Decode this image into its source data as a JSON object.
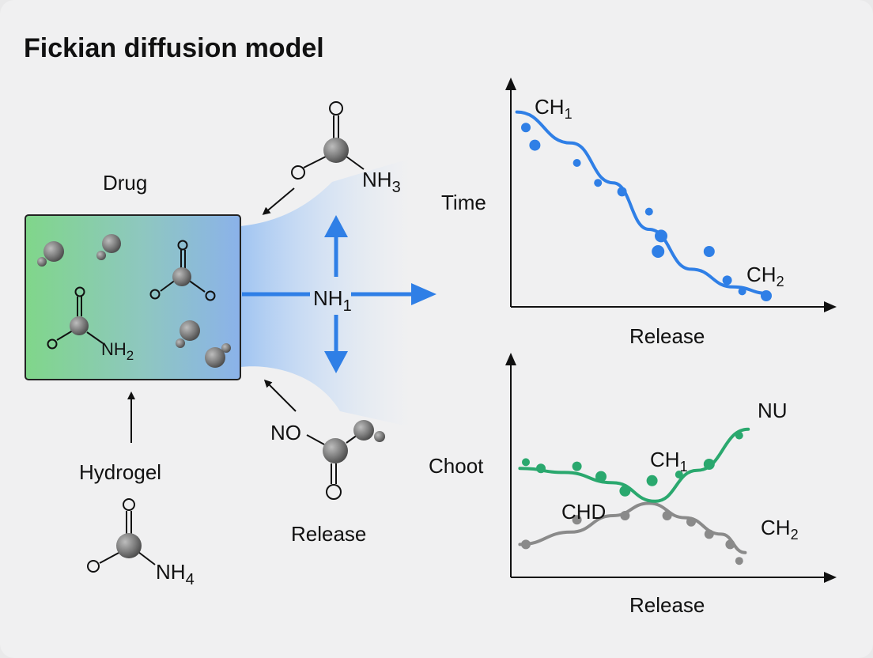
{
  "title": "Fickian diffusion model",
  "left": {
    "drug_label": "Drug",
    "hydrogel_label": "Hydrogel",
    "release_label": "Release",
    "center_flux_label": "NH",
    "center_flux_sub": "1",
    "box_molecule_label": "NH",
    "box_molecule_sub": "2",
    "top_molecule": {
      "o1": "O",
      "o2": "O",
      "group": "NH",
      "sub": "3"
    },
    "bottom_molecule": {
      "group": "NO",
      "o": "O"
    },
    "hydrogel_molecule": {
      "o1": "O",
      "o2": "O",
      "group": "NH",
      "sub": "4"
    }
  },
  "colors": {
    "blue": "#2f7fe6",
    "green": "#2aa86e",
    "grey": "#8a8a8a",
    "box_left": "#7fd58a",
    "box_right": "#8bb4e8"
  },
  "chart_data": [
    {
      "type": "scatter",
      "ylabel": "Time",
      "xlabel": "Release",
      "labels": [
        {
          "base": "CH",
          "sub": "1"
        },
        {
          "base": "CH",
          "sub": "2"
        }
      ],
      "series": [
        {
          "points": [
            [
              0.5,
              8.1
            ],
            [
              0.8,
              7.3
            ],
            [
              2.2,
              6.5
            ],
            [
              2.9,
              5.6
            ],
            [
              3.7,
              5.2
            ],
            [
              4.6,
              4.3
            ],
            [
              5.0,
              3.2
            ],
            [
              4.9,
              2.5
            ],
            [
              6.6,
              2.5
            ],
            [
              7.2,
              1.2
            ],
            [
              7.7,
              0.7
            ],
            [
              8.5,
              0.5
            ]
          ],
          "curve": [
            [
              0.2,
              8.8
            ],
            [
              2.0,
              7.4
            ],
            [
              3.4,
              5.6
            ],
            [
              4.6,
              3.5
            ],
            [
              6.0,
              1.7
            ],
            [
              7.4,
              0.9
            ],
            [
              8.6,
              0.6
            ]
          ]
        }
      ]
    },
    {
      "type": "scatter",
      "ylabel": "Choot",
      "xlabel": "Release",
      "labels": [
        {
          "base": "NU",
          "sub": ""
        },
        {
          "base": "CH",
          "sub": "1"
        },
        {
          "base": "CHD",
          "sub": ""
        },
        {
          "base": "CH",
          "sub": "2"
        }
      ],
      "series": [
        {
          "color": "green",
          "points": [
            [
              0.5,
              5.6
            ],
            [
              1.0,
              5.3
            ],
            [
              2.2,
              5.4
            ],
            [
              3.0,
              4.9
            ],
            [
              3.8,
              4.2
            ],
            [
              4.7,
              4.7
            ],
            [
              5.6,
              5.0
            ],
            [
              6.6,
              5.5
            ],
            [
              7.6,
              6.9
            ]
          ],
          "curve": [
            [
              0.3,
              5.3
            ],
            [
              1.8,
              5.1
            ],
            [
              3.4,
              4.6
            ],
            [
              4.8,
              3.7
            ],
            [
              6.2,
              5.2
            ],
            [
              7.9,
              7.2
            ]
          ]
        },
        {
          "color": "grey",
          "points": [
            [
              0.5,
              1.6
            ],
            [
              2.2,
              2.8
            ],
            [
              3.8,
              3.0
            ],
            [
              5.2,
              3.0
            ],
            [
              6.0,
              2.7
            ],
            [
              6.6,
              2.1
            ],
            [
              7.3,
              1.6
            ],
            [
              7.6,
              0.8
            ]
          ],
          "curve": [
            [
              0.3,
              1.6
            ],
            [
              2.0,
              2.2
            ],
            [
              3.4,
              3.0
            ],
            [
              4.6,
              3.6
            ],
            [
              5.8,
              2.9
            ],
            [
              7.0,
              2.1
            ],
            [
              7.8,
              1.2
            ]
          ]
        }
      ]
    }
  ]
}
